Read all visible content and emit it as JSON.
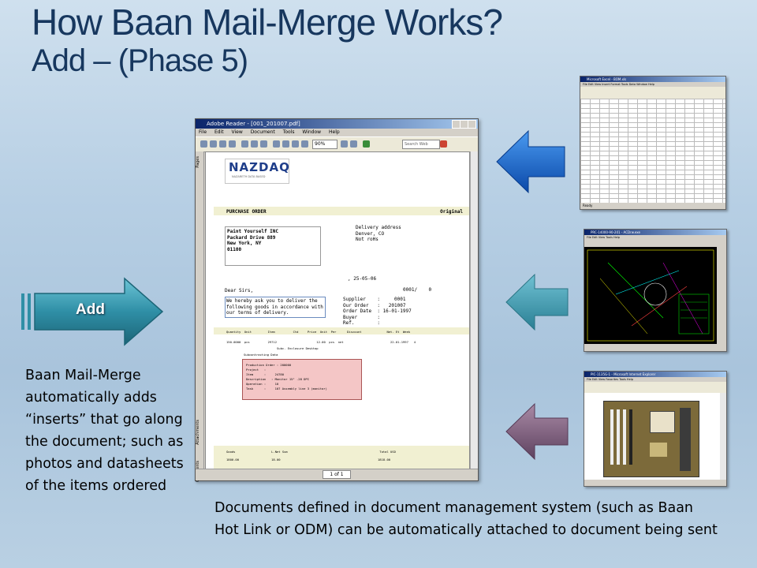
{
  "slide": {
    "title_line1": "How Baan Mail-Merge Works?",
    "title_line2": "Add – (Phase 5)",
    "add_arrow_label": "Add",
    "side_text": "Baan Mail-Merge automatically adds “inserts” that go along the document; such as photos and datasheets of the items ordered",
    "bottom_text": "Documents defined in document management system (such as Baan Hot Link or ODM) can be automatically attached to document being sent",
    "colors": {
      "title": "#17375e",
      "arrow_blue": "#1f6fd0",
      "arrow_teal": "#3a9db1",
      "arrow_mauve": "#7e5f7c",
      "add_arrow": "#2f8fa6"
    }
  },
  "acrobat": {
    "window_title": "Adobe Reader - [001_201007.pdf]",
    "menu": [
      "File",
      "Edit",
      "View",
      "Document",
      "Tools",
      "Window",
      "Help"
    ],
    "zoom": "90%",
    "search_placeholder": "Search Web",
    "side_tabs": [
      "Pages",
      "Attachments",
      "Comments"
    ],
    "page_indicator": "1 of 1",
    "document": {
      "logo_text": "NAZDAQ",
      "logo_sub": "NAZARETH DATA BASED",
      "doc_type": "PURCHASE ORDER",
      "doc_status": "Original",
      "address": "Paint Yourself INC\nPackard Drive 889\nNew York, NY\n01100",
      "delivery": "Delivery address\nDenver, CO\nNot roHs",
      "date": ", 25-05-06",
      "order_ref": "0001/    0",
      "greeting": "Dear Sirs,",
      "intro": "We hereby ask you to deliver the\nfollowing goods in accordance with\nour terms of delivery.",
      "order_info": "Supplier    :     0001\nOur Order   :   201007\nOrder Date  : 16-01-1997\nBuyer       :\nRef.        :",
      "table_header": "Quantity  Unit         Item          Ctd     Price  Unit  Per      Discount              Net. Et  Week",
      "line_item": "150.0000  pcs          29712                      12.00  pcs  net                          22-01-1997   4",
      "line_desc": "Subc. Enclosure Desktop",
      "sub_title": "Subcontracting Data",
      "sub_data": "Production Order : 200000\nProject   :\nItem      :     24780\nDescription   : Monitor 15\" .28 DPI\nOperation :     10\nTask      :     107 Assembly line 3 (monitor)",
      "footer_labels": "Goods                    L.Net Sum                                                   Total USD",
      "footer_values": "1800.00                  18.00                                                      1818.00"
    }
  },
  "thumbnails": {
    "excel": {
      "title": "Microsoft Excel - BOM.xls",
      "menu": "File  Edit  View  Insert  Format  Tools  Data  Window  Help",
      "status": "Ready"
    },
    "cad": {
      "title": "PRC-14000-90-201 - ACDrw.exe",
      "menu": "File  Edit  View  Tools  Help"
    },
    "browser": {
      "title": "PIC-1135G-1 - Microsoft Internet Explorer",
      "menu": "File  Edit  View  Favorites  Tools  Help"
    }
  }
}
